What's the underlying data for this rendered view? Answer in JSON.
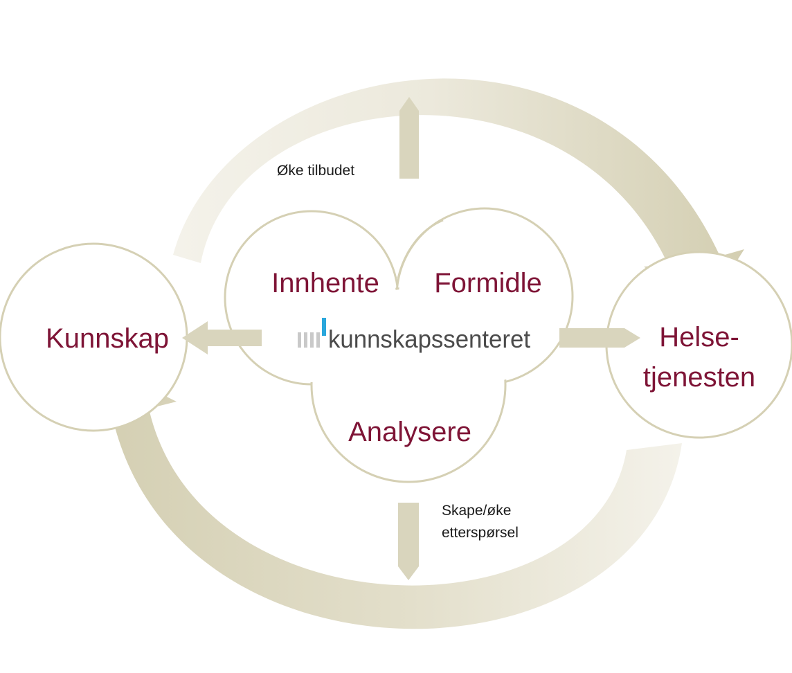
{
  "nodes": {
    "left": "Kunnskap",
    "right_line1": "Helse-",
    "right_line2": "tjenesten"
  },
  "center": {
    "top_left": "Innhente",
    "top_right": "Formidle",
    "bottom": "Analysere",
    "logo": "kunnskapssenteret"
  },
  "arrows": {
    "up_label": "Øke tilbudet",
    "down_label_line1": "Skape/øke",
    "down_label_line2": "etterspørsel"
  },
  "colors": {
    "arrow_fill": "#d9d5bd",
    "circle_stroke": "#d5d0b4",
    "label_maroon": "#7e1436",
    "logo_text": "#4b4b4b",
    "logo_bar_blue": "#2aa7dc",
    "logo_bars_grey": "#c9c9c9"
  }
}
